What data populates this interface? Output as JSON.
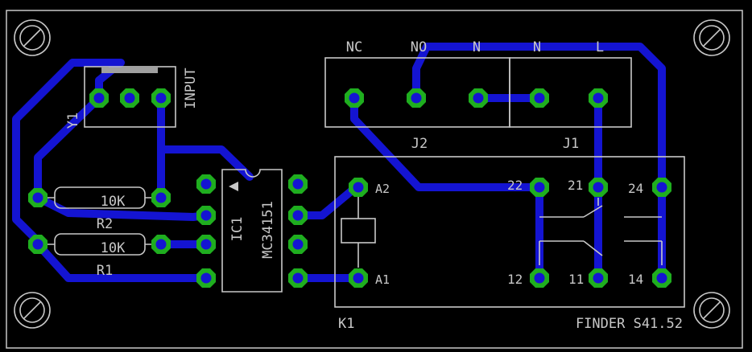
{
  "colors": {
    "background": "#000000",
    "silkscreen": "#c8c8c8",
    "copper": "#1414d2",
    "pad": "#1fae1f"
  },
  "components": {
    "input": {
      "label": "INPUT",
      "ref": "Y1"
    },
    "r2": {
      "value": "10K",
      "ref": "R2"
    },
    "r1": {
      "value": "10K",
      "ref": "R1"
    },
    "ic": {
      "ref": "IC1",
      "part": "MC34151"
    },
    "relay": {
      "ref": "K1",
      "part": "FINDER S41.52",
      "coil_a2": "A2",
      "coil_a1": "A1"
    },
    "j2": {
      "ref": "J2",
      "pins": [
        "NC",
        "NO",
        "N"
      ]
    },
    "j1": {
      "ref": "J1",
      "pins": [
        "N",
        "L"
      ]
    },
    "contacts": [
      "22",
      "21",
      "24",
      "12",
      "11",
      "14"
    ]
  }
}
